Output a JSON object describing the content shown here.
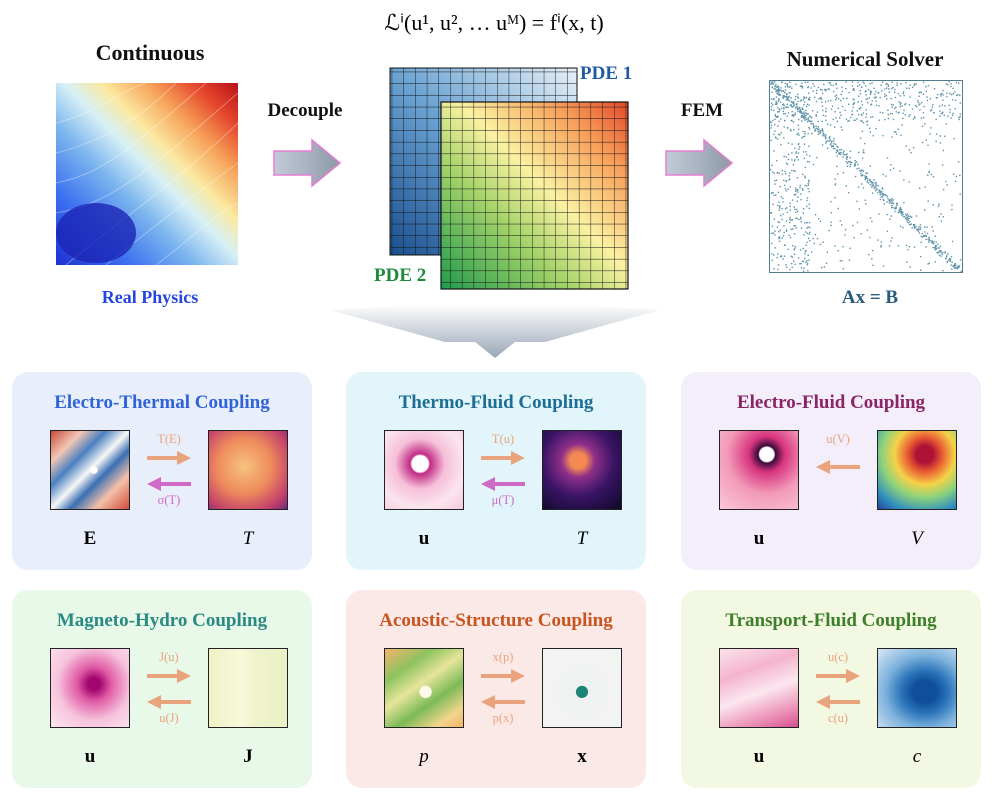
{
  "top": {
    "equation": "ℒⁱ(u¹, u², … uᴹ) = fⁱ(x, t)",
    "continuous_title": "Continuous",
    "real_physics": "Real Physics",
    "decouple": "Decouple",
    "pde1": "PDE 1",
    "pde2": "PDE 2",
    "fem": "FEM",
    "solver_title": "Numerical Solver",
    "axb": "Ax = B"
  },
  "cards": [
    {
      "title": "Electro-Thermal Coupling",
      "color": "#2f63d8",
      "bg": "#e9eefb",
      "forward": "T(E)",
      "backward": "σ(T)",
      "left_var": "E",
      "right_var": "T",
      "fwd_color": "#e9a47d",
      "bwd_color": "#cf6ac6"
    },
    {
      "title": "Thermo-Fluid Coupling",
      "color": "#1d6e94",
      "bg": "#e2f5fb",
      "forward": "T(u)",
      "backward": "μ(T)",
      "left_var": "u",
      "right_var": "T",
      "fwd_color": "#e9a47d",
      "bwd_color": "#cf6ac6"
    },
    {
      "title": "Electro-Fluid Coupling",
      "color": "#8a2467",
      "bg": "#f3eef9",
      "forward": "u(V)",
      "backward": "",
      "left_var": "u",
      "right_var": "V",
      "fwd_color": "#e9a47d",
      "bwd_color": ""
    },
    {
      "title": "Magneto-Hydro Coupling",
      "color": "#2a8a82",
      "bg": "#e8f8e9",
      "forward": "J(u)",
      "backward": "u(J)",
      "left_var": "u",
      "right_var": "J",
      "fwd_color": "#e9a47d",
      "bwd_color": "#e9a47d"
    },
    {
      "title": "Acoustic-Structure Coupling",
      "color": "#c9541d",
      "bg": "#fbe9e8",
      "forward": "x(p)",
      "backward": "p(x)",
      "left_var": "p",
      "right_var": "x",
      "fwd_color": "#e9a47d",
      "bwd_color": "#e9a47d"
    },
    {
      "title": "Transport-Fluid Coupling",
      "color": "#3d7f2a",
      "bg": "#f3f8e2",
      "forward": "u(c)",
      "backward": "c(u)",
      "left_var": "u",
      "right_var": "c",
      "fwd_color": "#e9a47d",
      "bwd_color": "#e9a47d"
    }
  ]
}
